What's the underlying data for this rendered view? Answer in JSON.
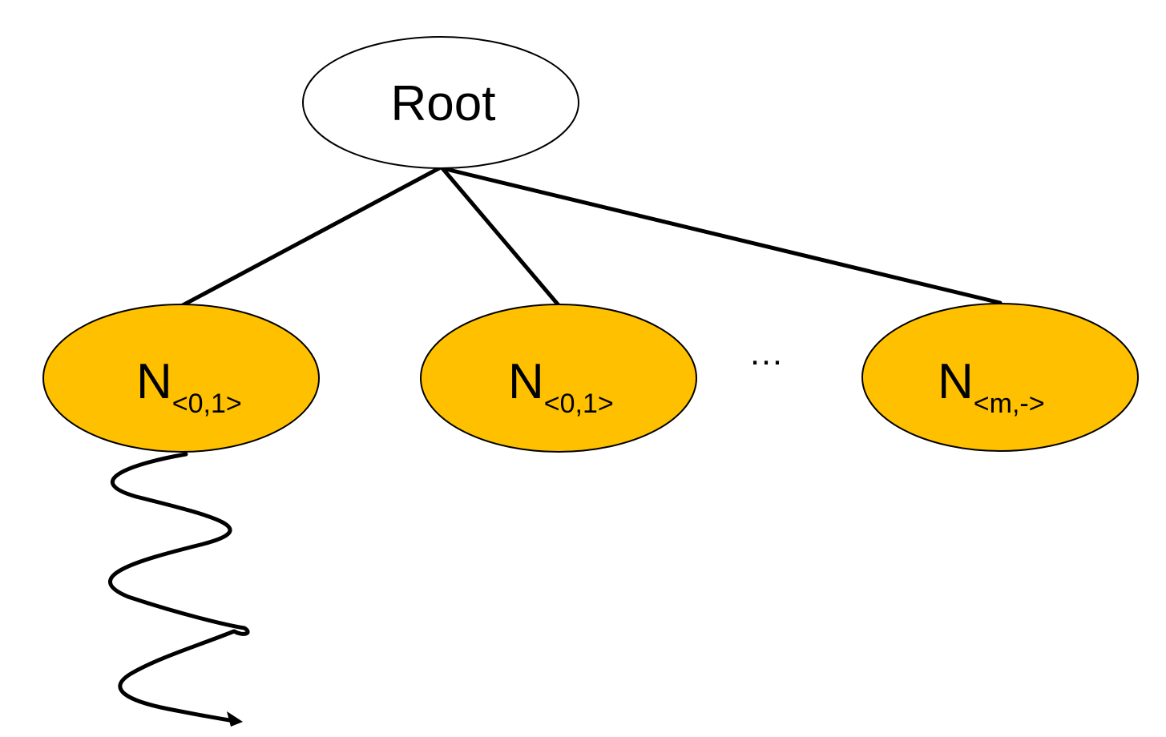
{
  "colors": {
    "child_fill": "#FFC000",
    "root_fill": "#FFFFFF",
    "stroke": "#000000",
    "background": "#FFFFFF"
  },
  "root": {
    "label": "Root"
  },
  "children": [
    {
      "label": "N",
      "subscript": "<0,1>"
    },
    {
      "label": "N",
      "subscript": "<0,1>"
    },
    {
      "label": "N",
      "subscript": "<m,->"
    }
  ],
  "ellipsis": "…"
}
